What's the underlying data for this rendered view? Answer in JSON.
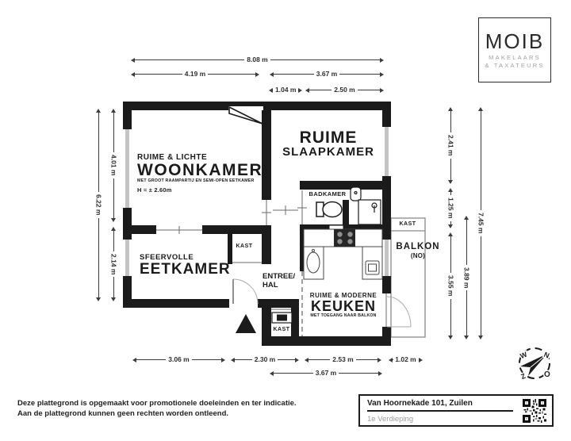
{
  "logo": {
    "brand": "MOIB",
    "sub1": "MAKELAARS",
    "sub2": "& TAXATEURS"
  },
  "plan": {
    "woonkamer_pre": "RUIME & LICHTE",
    "woonkamer": "WOONKAMER",
    "woonkamer_sub": "MET GROOT RAAMPARTIJ EN SEMI-OPEN EETKAMER",
    "woonkamer_height": "H = ± 2.60m",
    "slaapkamer_pre": "RUIME",
    "slaapkamer": "SLAAPKAMER",
    "badkamer": "BADKAMER",
    "eetkamer_pre": "SFEERVOLLE",
    "eetkamer": "EETKAMER",
    "keuken_pre": "RUIME & MODERNE",
    "keuken": "KEUKEN",
    "keuken_sub": "MET TOEGANG NAAR BALKON",
    "entree_line1": "ENTREE/",
    "entree_line2": "HAL",
    "kast_eetkamer": "KAST",
    "kast_hal": "KAST",
    "kast_balkon": "KAST",
    "balkon": "BALKON",
    "balkon_orientation": "(NO)"
  },
  "dimensions": {
    "top_total": "8.08 m",
    "top_left": "4.19 m",
    "top_right": "3.67 m",
    "top_inner_left": "1.04 m",
    "top_inner_right": "2.50 m",
    "left_upper": "4.01 m",
    "left_lower": "2.14 m",
    "left_total": "6.22 m",
    "right_upper": "2.41 m",
    "right_mid": "1.25 m",
    "right_lower": "3.55 m",
    "right_inner": "3.89 m",
    "right_total": "7.45 m",
    "bottom_1": "3.06 m",
    "bottom_2": "2.30 m",
    "bottom_3": "2.53 m",
    "bottom_4": "1.02 m",
    "bottom_right_total": "3.67 m"
  },
  "compass": {
    "north": "N",
    "west": "W",
    "south": "Z",
    "east": "O"
  },
  "footer": {
    "line1": "Deze plattegrond is opgemaakt voor promotionele doeleinden en ter indicatie.",
    "line2": "Aan de plattegrond kunnen geen rechten worden ontleend."
  },
  "address": {
    "title": "Van Hoornekade 101, Zuilen",
    "floor": "1e Verdieping"
  },
  "colors": {
    "wall": "#1b1b1b",
    "window": "#c4c4c4",
    "thin_line": "#6b6b6b"
  }
}
